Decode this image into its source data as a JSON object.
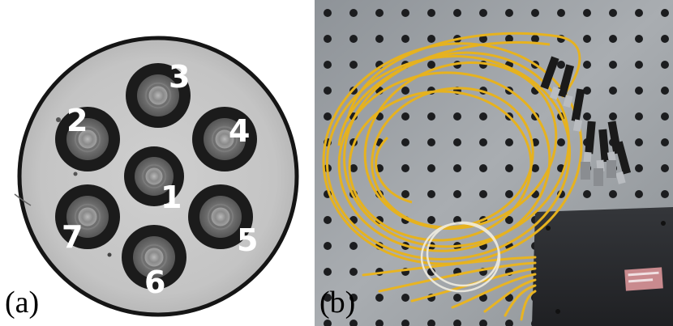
{
  "panel_a": {
    "label": "(a)",
    "cores": [
      {
        "number": "1"
      },
      {
        "number": "2"
      },
      {
        "number": "3"
      },
      {
        "number": "4"
      },
      {
        "number": "5"
      },
      {
        "number": "6"
      },
      {
        "number": "7"
      }
    ]
  },
  "panel_b": {
    "label": "(b)"
  },
  "colors": {
    "fiber_yellow": "#e8b422",
    "breadboard_gray": "#9ea3a8",
    "box_black": "#2a2c30",
    "cladding": "#c6c6c6",
    "core_ring": "#1e1e1e"
  }
}
